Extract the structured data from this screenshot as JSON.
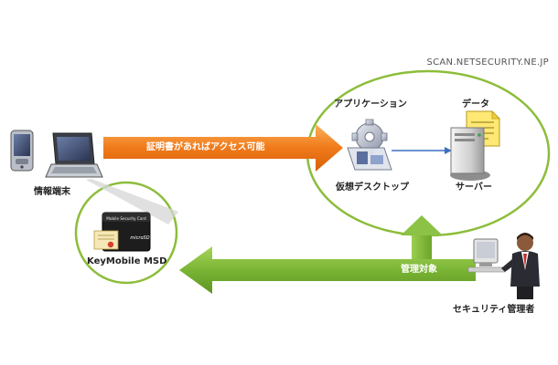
{
  "watermark": "SCAN.NETSECURITY.NE.JP",
  "nodes": {
    "terminal": "情報端末",
    "msd": "KeyMobile MSD",
    "application": "アプリケーション",
    "virtual_desktop": "仮想デスクトップ",
    "data": "データ",
    "server": "サーバー",
    "admin": "セキュリティ管理者"
  },
  "arrows": {
    "access": "証明書があればアクセス可能",
    "managed": "管理対象"
  },
  "card": {
    "title": "Mobile Security Card",
    "brand": "microSD"
  },
  "colors": {
    "orange_arrow": "#f07a1a",
    "green_arrow": "#7ab534",
    "circle_stroke": "#8cbd3a"
  },
  "icons": {
    "pda": "pda-icon",
    "laptop": "laptop-icon",
    "gear": "gear-icon",
    "document": "document-icon",
    "server": "server-icon",
    "sd_card": "sd-card-icon",
    "admin": "admin-person-icon"
  }
}
